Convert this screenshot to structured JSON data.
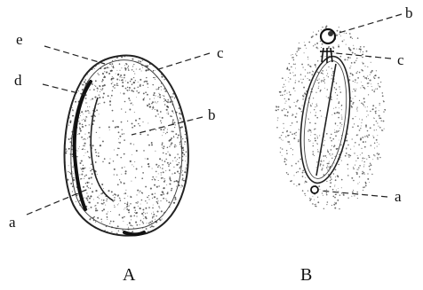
{
  "figure_a": {
    "caption": "A",
    "labels": {
      "a": "a",
      "b": "b",
      "c": "c",
      "d": "d",
      "e": "e"
    }
  },
  "figure_b": {
    "caption": "B",
    "labels": {
      "a": "a",
      "b": "b",
      "c": "c"
    }
  }
}
